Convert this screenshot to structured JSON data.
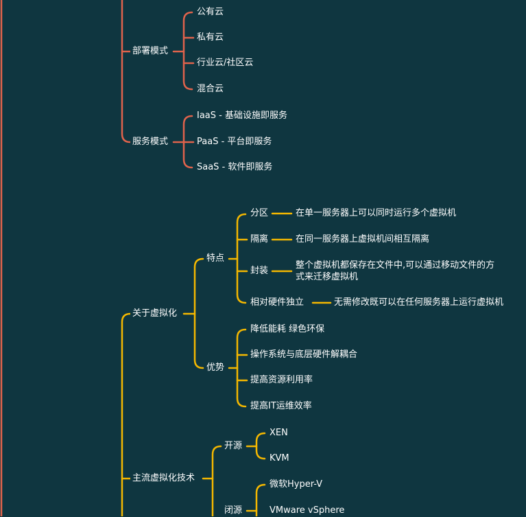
{
  "colors": {
    "background": "#0f3640",
    "branch_red": "#e0634c",
    "branch_yellow": "#f5b800",
    "text": "#ffffff"
  },
  "deploy": {
    "label": "部署模式",
    "items": [
      "公有云",
      "私有云",
      "行业云/社区云",
      "混合云"
    ]
  },
  "service": {
    "label": "服务模式",
    "items": [
      "IaaS - 基础设施即服务",
      "PaaS - 平台即服务",
      "SaaS - 软件即服务"
    ]
  },
  "virt": {
    "label": "关于虚拟化",
    "features": {
      "label": "特点",
      "items": [
        {
          "name": "分区",
          "desc": "在单一服务器上可以同时运行多个虚拟机"
        },
        {
          "name": "隔离",
          "desc": "在同一服务器上虚拟机间相互隔离"
        },
        {
          "name": "封装",
          "desc": "整个虚拟机都保存在文件中,可以通过移动文件的方式来迁移虚拟机"
        },
        {
          "name": "相对硬件独立",
          "desc": "无需修改既可以在任何服务器上运行虚拟机"
        }
      ]
    },
    "advantages": {
      "label": "优势",
      "items": [
        "降低能耗 绿色环保",
        "操作系统与底层硬件解耦合",
        "提高资源利用率",
        "提高IT运维效率"
      ]
    }
  },
  "tech": {
    "label": "主流虚拟化技术",
    "open": {
      "label": "开源",
      "items": [
        "XEN",
        "KVM"
      ]
    },
    "closed": {
      "label": "闭源",
      "items": [
        "微软Hyper-V",
        "VMware vSphere"
      ]
    }
  }
}
